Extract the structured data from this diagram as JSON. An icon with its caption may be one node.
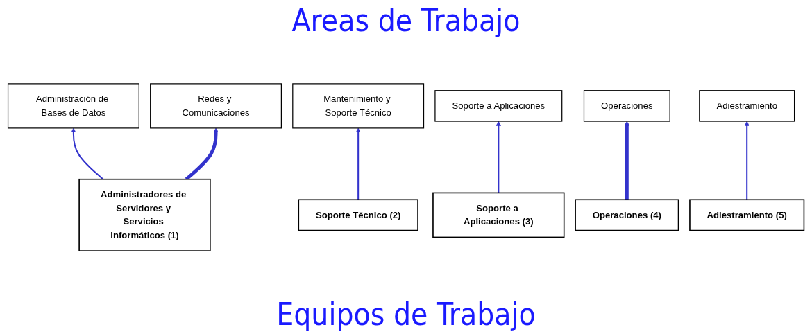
{
  "diagram": {
    "title": "Areas de Trabajo",
    "caption": "Equipos de Trabajo",
    "nodes": [
      {
        "text": [
          "Administración de Bases de Datos"
        ]
      },
      {
        "text": [
          "Redes y Comunicaciones"
        ]
      },
      {
        "text": [
          "Mantenimiento y Soporte Técnico"
        ]
      },
      {
        "text": [
          "Soporte a Aplicaciones"
        ]
      },
      {
        "text": [
          "Operaciones"
        ]
      },
      {
        "text": [
          "Adiestramiento"
        ]
      },
      {
        "text": [
          "Administradores de Servidores y Servicios Informáticos (1)"
        ]
      },
      {
        "text": [
          "Soporte Tëcnico (2)"
        ]
      },
      {
        "text": [
          "Soporte a Aplicaciones (3)"
        ]
      },
      {
        "text": [
          "Operaciones (4)"
        ]
      },
      {
        "text": [
          "Adiestramiento (5)"
        ]
      }
    ],
    "edges": [
      {
        "from": 6,
        "to": 0,
        "arrow": "to"
      },
      {
        "from": 6,
        "to": 1,
        "arrow": "to",
        "style": "thick"
      },
      {
        "from": 7,
        "to": 2,
        "arrow": "to"
      },
      {
        "from": 8,
        "to": 3,
        "arrow": "to"
      },
      {
        "from": 9,
        "to": 4,
        "arrow": "to",
        "style": "thick"
      },
      {
        "from": 10,
        "to": 5,
        "arrow": "to"
      }
    ]
  }
}
